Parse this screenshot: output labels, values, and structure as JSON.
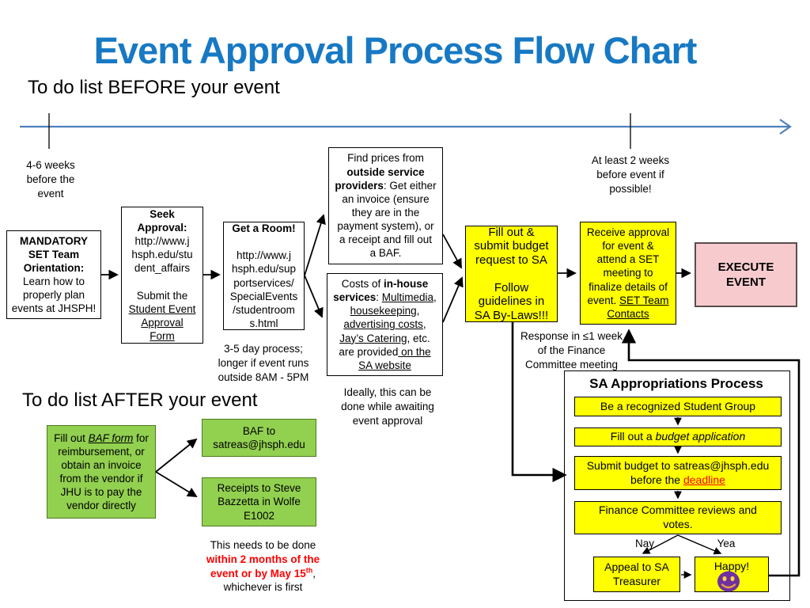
{
  "slide": {
    "title": "Event Approval Process Flow Chart",
    "section_before": "To do list BEFORE your event",
    "section_after": "To do list AFTER your event"
  },
  "colors": {
    "title_blue": "#1779C4",
    "timeline_blue": "#4F81BD",
    "step_yellow": "#FFFF00",
    "after_green": "#92D050",
    "execute_pink": "#F7CBCE",
    "warning_red": "#FF0000",
    "smiley_purple": "#7030A0"
  },
  "timeline": {
    "label_left": [
      {
        "t": "4-6 weeks"
      },
      {
        "br": 1
      },
      {
        "t": "before the"
      },
      {
        "br": 1
      },
      {
        "t": "event"
      }
    ],
    "label_right": [
      {
        "t": "At least 2 weeks"
      },
      {
        "br": 1
      },
      {
        "t": "before event if"
      },
      {
        "br": 1
      },
      {
        "t": "possible!"
      }
    ]
  },
  "before_flow": {
    "mandatory": {
      "segs": [
        {
          "t": "MANDATORY",
          "b": 1
        },
        {
          "br": 1
        },
        {
          "t": "SET Team",
          "b": 1
        },
        {
          "br": 1
        },
        {
          "t": "Orientation:",
          "b": 1
        },
        {
          "br": 1
        },
        {
          "t": "Learn how to"
        },
        {
          "br": 1
        },
        {
          "t": "properly plan"
        },
        {
          "br": 1
        },
        {
          "t": "events at JHSPH!"
        }
      ]
    },
    "seek": {
      "segs": [
        {
          "t": "Seek",
          "b": 1
        },
        {
          "br": 1
        },
        {
          "t": "Approval:",
          "b": 1
        },
        {
          "br": 1
        },
        {
          "t": "http://www.j"
        },
        {
          "br": 1
        },
        {
          "t": "hsph.edu/stu"
        },
        {
          "br": 1
        },
        {
          "t": "dent_affairs"
        },
        {
          "br": 1
        },
        {
          "br": 1
        },
        {
          "t": "Submit the"
        },
        {
          "br": 1
        },
        {
          "t": "Student Event",
          "u": 1
        },
        {
          "br": 1
        },
        {
          "t": "Approval",
          "u": 1
        },
        {
          "br": 1
        },
        {
          "t": "Form",
          "u": 1
        }
      ]
    },
    "room": {
      "segs": [
        {
          "t": "Get a Room!",
          "b": 1
        },
        {
          "br": 1
        },
        {
          "br": 1
        },
        {
          "t": "http://www.j"
        },
        {
          "br": 1
        },
        {
          "t": "hsph.edu/sup"
        },
        {
          "br": 1
        },
        {
          "t": "portservices/"
        },
        {
          "br": 1
        },
        {
          "t": "SpecialEvents"
        },
        {
          "br": 1
        },
        {
          "t": "/studentroom"
        },
        {
          "br": 1
        },
        {
          "t": "s.html"
        }
      ]
    },
    "room_note": {
      "segs": [
        {
          "t": "3-5 day process;"
        },
        {
          "br": 1
        },
        {
          "t": "longer if event runs"
        },
        {
          "br": 1
        },
        {
          "t": "outside 8AM - 5PM"
        }
      ]
    },
    "find_prices": {
      "segs": [
        {
          "t": "Find prices from"
        },
        {
          "br": 1
        },
        {
          "t": "outside service",
          "b": 1
        },
        {
          "br": 1
        },
        {
          "t": "providers",
          "b": 1
        },
        {
          "t": ": Get either"
        },
        {
          "br": 1
        },
        {
          "t": "an invoice (ensure"
        },
        {
          "br": 1
        },
        {
          "t": "they are in the"
        },
        {
          "br": 1
        },
        {
          "t": "payment system), or"
        },
        {
          "br": 1
        },
        {
          "t": "a receipt and fill out"
        },
        {
          "br": 1
        },
        {
          "t": "a BAF."
        }
      ]
    },
    "in_house": {
      "segs": [
        {
          "t": "Costs of "
        },
        {
          "t": "in-house",
          "b": 1
        },
        {
          "br": 1
        },
        {
          "t": "services",
          "b": 1
        },
        {
          "t": ": "
        },
        {
          "t": "Multimedia",
          "u": 1
        },
        {
          "t": ","
        },
        {
          "br": 1
        },
        {
          "t": "housekeeping",
          "u": 1
        },
        {
          "t": ","
        },
        {
          "br": 1
        },
        {
          "t": "advertising costs",
          "u": 1
        },
        {
          "t": ","
        },
        {
          "br": 1
        },
        {
          "t": "Jay’s Catering",
          "u": 1
        },
        {
          "t": ", etc."
        },
        {
          "br": 1
        },
        {
          "t": "are provided"
        },
        {
          "t": " on the",
          "u": 1
        },
        {
          "br": 1
        },
        {
          "t": "SA website",
          "u": 1
        }
      ]
    },
    "ideally_note": {
      "segs": [
        {
          "t": "Ideally, this can be"
        },
        {
          "br": 1
        },
        {
          "t": "done while awaiting"
        },
        {
          "br": 1
        },
        {
          "t": "event approval"
        }
      ]
    },
    "fill_budget": {
      "segs": [
        {
          "t": "Fill out &"
        },
        {
          "br": 1
        },
        {
          "t": "submit budget"
        },
        {
          "br": 1
        },
        {
          "t": "request to SA"
        },
        {
          "br": 1
        },
        {
          "br": 1
        },
        {
          "t": "Follow"
        },
        {
          "br": 1
        },
        {
          "t": "guidelines in"
        },
        {
          "br": 1
        },
        {
          "t": "SA By-Laws!!!"
        }
      ]
    },
    "receive_approval": {
      "segs": [
        {
          "t": "Receive approval"
        },
        {
          "br": 1
        },
        {
          "t": "for event &"
        },
        {
          "br": 1
        },
        {
          "t": "attend a SET"
        },
        {
          "br": 1
        },
        {
          "t": "meeting to"
        },
        {
          "br": 1
        },
        {
          "t": "finalize details of"
        },
        {
          "br": 1
        },
        {
          "t": "event. "
        },
        {
          "t": "SET Team",
          "u": 1
        },
        {
          "br": 1
        },
        {
          "t": "Contacts",
          "u": 1
        }
      ]
    },
    "execute": {
      "label": "EXECUTE EVENT"
    },
    "response_note": {
      "segs": [
        {
          "t": "Response in ≤1 week"
        },
        {
          "br": 1
        },
        {
          "t": "of the Finance"
        },
        {
          "br": 1
        },
        {
          "t": "Committee meeting"
        }
      ]
    }
  },
  "sa_process": {
    "title": "SA Appropriations Process",
    "step1": {
      "segs": [
        {
          "t": "Be a recognized Student Group"
        }
      ]
    },
    "step2": {
      "segs": [
        {
          "t": "Fill out a "
        },
        {
          "t": "budget application",
          "i": 1
        }
      ]
    },
    "step3": {
      "segs": [
        {
          "t": "Submit budget to satreas@jhsph.edu"
        },
        {
          "br": 1
        },
        {
          "t": "before the "
        },
        {
          "t": "deadline",
          "u": 1,
          "c": "#FF0000"
        }
      ]
    },
    "step4": {
      "segs": [
        {
          "t": "Finance Committee reviews and"
        },
        {
          "br": 1
        },
        {
          "t": "votes."
        }
      ]
    },
    "nay": "Nay",
    "yea": "Yea",
    "appeal": {
      "segs": [
        {
          "t": "Appeal to SA"
        },
        {
          "br": 1
        },
        {
          "t": "Treasurer"
        }
      ]
    },
    "happy": {
      "label": "Happy!"
    }
  },
  "after_flow": {
    "reimburse": {
      "segs": [
        {
          "t": "Fill out "
        },
        {
          "t": "BAF form",
          "i": 1,
          "u": 1
        },
        {
          "t": " for"
        },
        {
          "br": 1
        },
        {
          "t": "reimbursement, or"
        },
        {
          "br": 1
        },
        {
          "t": "obtain an invoice"
        },
        {
          "br": 1
        },
        {
          "t": "from the vendor if"
        },
        {
          "br": 1
        },
        {
          "t": "JHU is to pay the"
        },
        {
          "br": 1
        },
        {
          "t": "vendor directly"
        }
      ]
    },
    "baf": {
      "segs": [
        {
          "t": "BAF to"
        },
        {
          "br": 1
        },
        {
          "t": "satreas@jhsph.edu"
        }
      ]
    },
    "receipts": {
      "segs": [
        {
          "t": "Receipts to Steve"
        },
        {
          "br": 1
        },
        {
          "t": "Bazzetta in Wolfe"
        },
        {
          "br": 1
        },
        {
          "t": "E1002"
        }
      ]
    },
    "deadline_note": {
      "segs": [
        {
          "t": "This needs to be done"
        },
        {
          "br": 1
        },
        {
          "t": "within 2 months of the",
          "b": 1,
          "c": "#FF0000"
        },
        {
          "br": 1
        },
        {
          "t": "event or by May 15",
          "b": 1,
          "c": "#FF0000"
        },
        {
          "t": "th",
          "b": 1,
          "c": "#FF0000",
          "sup": 1
        },
        {
          "t": ","
        },
        {
          "br": 1
        },
        {
          "t": "whichever is first"
        }
      ]
    }
  }
}
